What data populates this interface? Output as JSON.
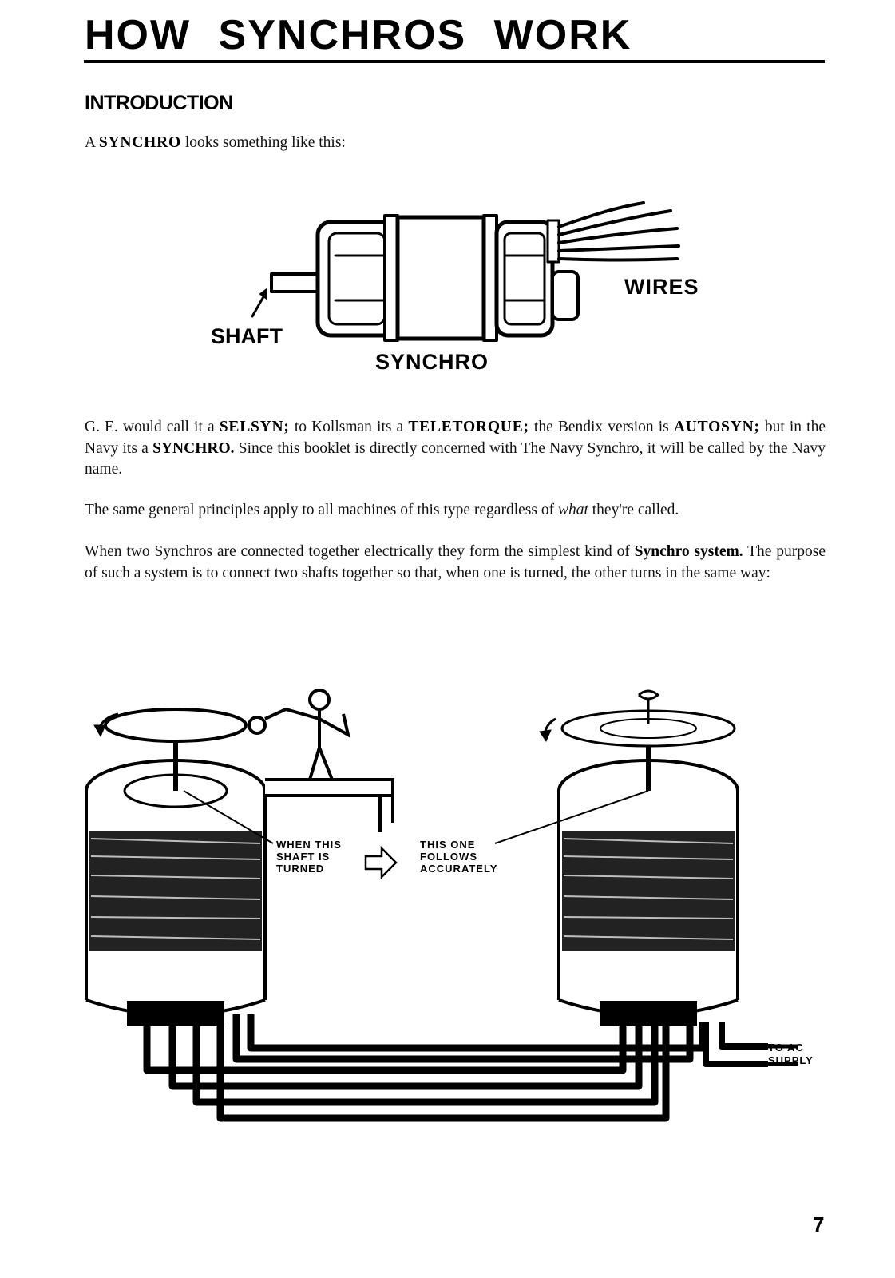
{
  "header": {
    "title": "HOW SYNCHROS WORK"
  },
  "section": {
    "heading": "INTRODUCTION"
  },
  "intro": {
    "before": "A ",
    "term": "SYNCHRO",
    "after": " looks something like this:"
  },
  "figure1": {
    "label_shaft": "SHAFT",
    "label_synchro": "SYNCHRO",
    "label_wires": "WIRES"
  },
  "names_paragraph": {
    "p1": "G. E. would call it a ",
    "selsyn": "SELSYN;",
    "p2": " to Kollsman its a ",
    "teletorque": "TELETORQUE;",
    "p3": " the Bendix version is ",
    "autosyn": "AUTOSYN;",
    "p4": " but in the Navy its a ",
    "synchro": "SYNCHRO.",
    "p5": " Since this booklet is directly concerned with The Navy Synchro, it will be called by the Navy name."
  },
  "principles_paragraph": {
    "before": "The same general principles apply to all machines of this type regardless of ",
    "emphasis": "what",
    "after": " they're called."
  },
  "system_paragraph": {
    "before": "When two Synchros are connected together electrically they form the simplest kind of ",
    "term": "Synchro system.",
    "after": " The purpose of such a system is to connect two shafts together so that, when one is turned, the other turns in the same way:"
  },
  "figure2": {
    "label_left": [
      "WHEN THIS",
      "SHAFT IS",
      "TURNED"
    ],
    "label_right": [
      "THIS ONE",
      "FOLLOWS",
      "ACCURATELY"
    ],
    "label_supply": [
      "TO AC",
      "SUPPLY"
    ]
  },
  "footer": {
    "page_number": "7"
  }
}
